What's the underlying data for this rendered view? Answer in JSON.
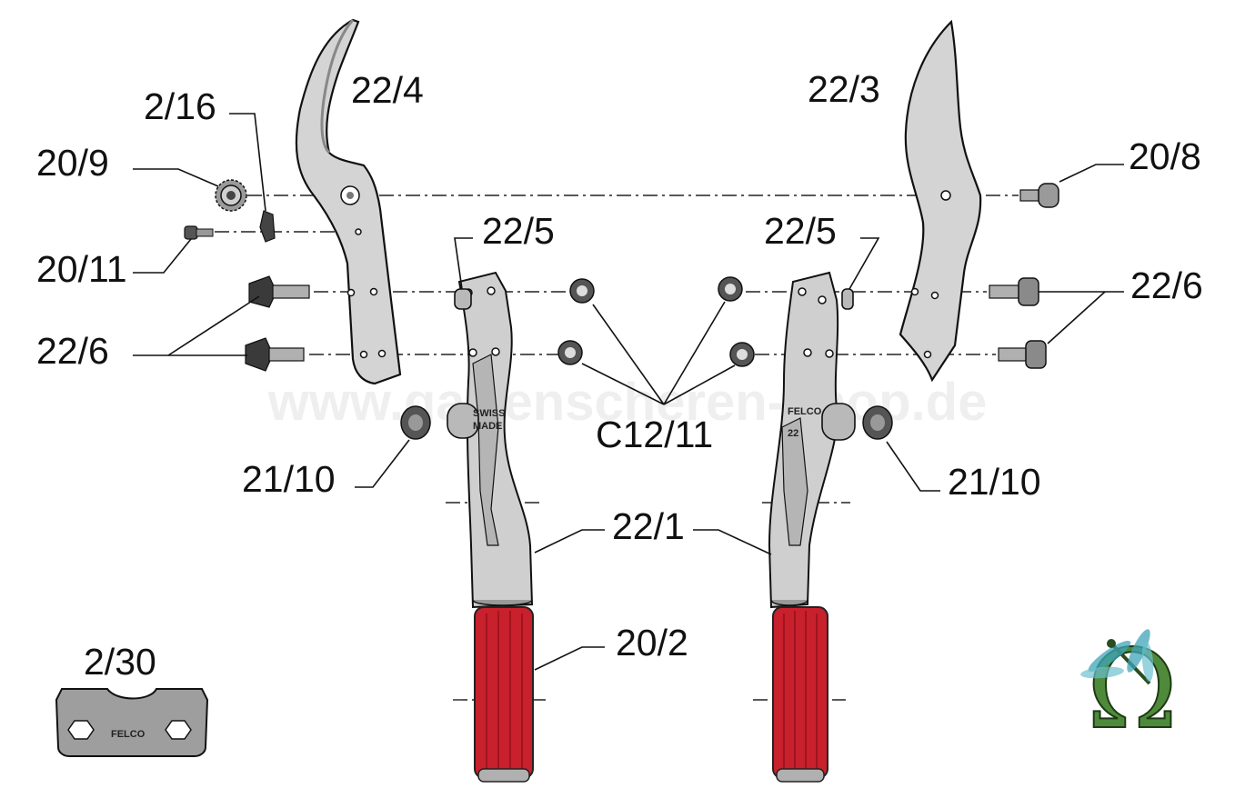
{
  "diagram": {
    "labels": {
      "blade_left": "22/4",
      "blade_right": "22/3",
      "spring": "2/16",
      "nut_gear": "20/9",
      "bolt_right_top": "20/8",
      "small_screw": "20/11",
      "stop_left": "22/5",
      "stop_right": "22/5",
      "bolts_left": "22/6",
      "bolts_right": "22/6",
      "nuts": "C12/11",
      "cushion_left": "21/10",
      "cushion_right": "21/10",
      "handles": "22/1",
      "grip": "20/2",
      "wrench": "2/30"
    },
    "stamps": {
      "swiss": "SWISS",
      "made": "MADE",
      "felco_handle": "FELCO",
      "model": "22",
      "felco_wrench": "FELCO"
    },
    "watermark": "www.gartenscheren-shop.de",
    "logo_glyph": "Ω",
    "colors": {
      "grip_red": "#c8202c",
      "metal_grey": "#cfcfcf",
      "logo_green": "#4e8a3a",
      "logo_teal": "#3fa4b8"
    }
  }
}
